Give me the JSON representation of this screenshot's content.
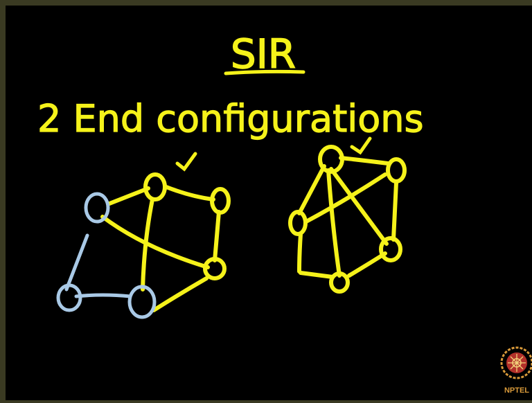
{
  "title": "SIR",
  "subtitle": "2 End configurations",
  "colors": {
    "ink": "#f5f21a",
    "recovered": "#a9c9e6",
    "background": "#000000",
    "logo": "#d99a3a"
  },
  "check_marks": [
    "check-mark",
    "check-mark"
  ],
  "logo_text": "NPTEL"
}
